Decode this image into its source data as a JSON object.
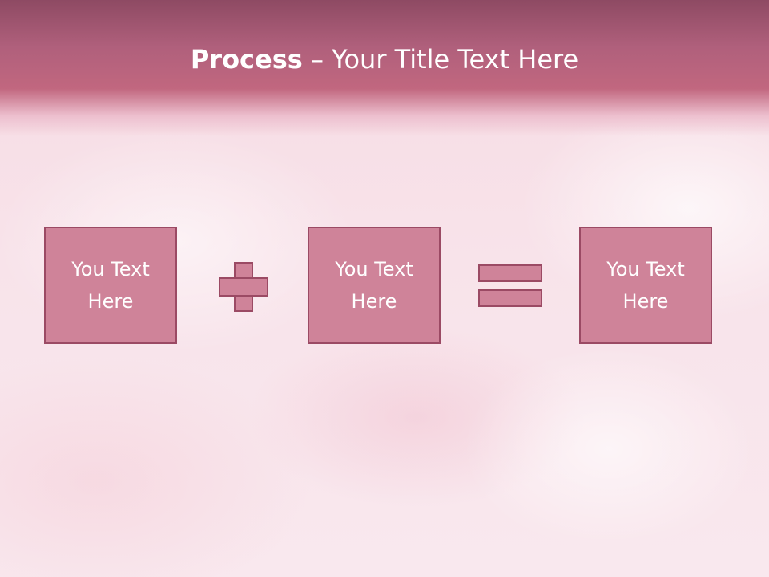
{
  "slide": {
    "title_bold": "Process",
    "title_rest": " – Your Title Text Here"
  },
  "process": {
    "box1": "You Text\nHere",
    "operator1": "plus",
    "box2": "You Text\nHere",
    "operator2": "equals",
    "box3": "You Text\nHere"
  },
  "colors": {
    "header": "#c1677f",
    "box_fill": "#cf8399",
    "box_border": "#9b4a64",
    "text": "#ffffff"
  }
}
